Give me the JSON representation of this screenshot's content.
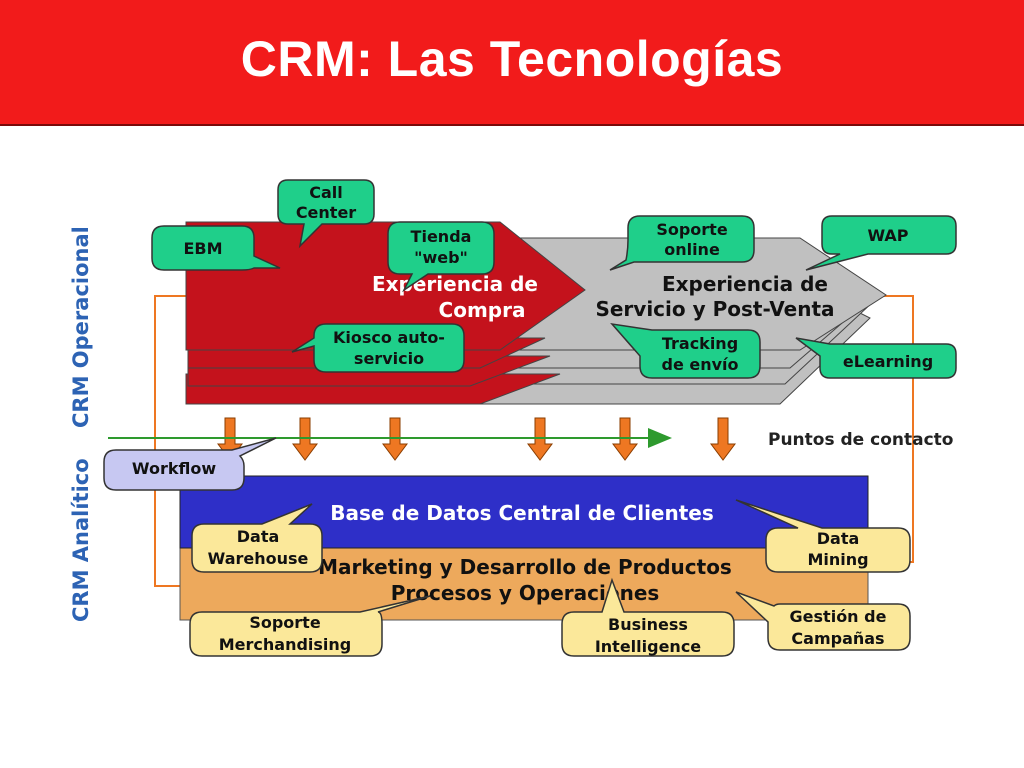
{
  "slide": {
    "title": "CRM: Las Tecnologías"
  },
  "diagram": {
    "side_labels": {
      "operational": "CRM Operacional",
      "analytic": "CRM Analítico"
    },
    "blocks": {
      "purchase": [
        "Experiencia de",
        "Compra"
      ],
      "service": [
        "Experiencia de",
        "Servicio y Post-Venta"
      ],
      "database": "Base de Datos Central de Clientes",
      "marketing": [
        "Marketing y Desarrollo de Productos",
        "Procesos y Operaciones"
      ]
    },
    "contact_points": "Puntos de contacto",
    "callouts": {
      "call_center": [
        "Call",
        "Center"
      ],
      "ebm": [
        "EBM"
      ],
      "tienda_web": [
        "Tienda",
        "\"web\""
      ],
      "soporte_online": [
        "Soporte",
        "online"
      ],
      "wap": [
        "WAP"
      ],
      "kiosco": [
        "Kiosco auto-",
        "servicio"
      ],
      "tracking": [
        "Tracking",
        "de envío"
      ],
      "elearning": [
        "eLearning"
      ],
      "workflow": [
        "Workflow"
      ],
      "data_warehouse": [
        "Data",
        "Warehouse"
      ],
      "data_mining": [
        "Data",
        "Mining"
      ],
      "soporte_merch": [
        "Soporte",
        "Merchandising"
      ],
      "business_intel": [
        "Business",
        "Intelligence"
      ],
      "gestion_campanas": [
        "Gestión de",
        "Campañas"
      ]
    },
    "colors": {
      "title_bar": "#f21b1b",
      "purchase_red": "#c4121c",
      "service_gray": "#c0c0c0",
      "database_blue": "#2e2fc8",
      "marketing_orange": "#eda95c",
      "callout_green": "#1fcf8a",
      "callout_yellow": "#fbe89a",
      "callout_lilac": "#c7c8f2",
      "arrow_orange": "#ee7722",
      "contact_line_green": "#2e9a2e",
      "side_label_blue": "#2d63b4"
    }
  }
}
